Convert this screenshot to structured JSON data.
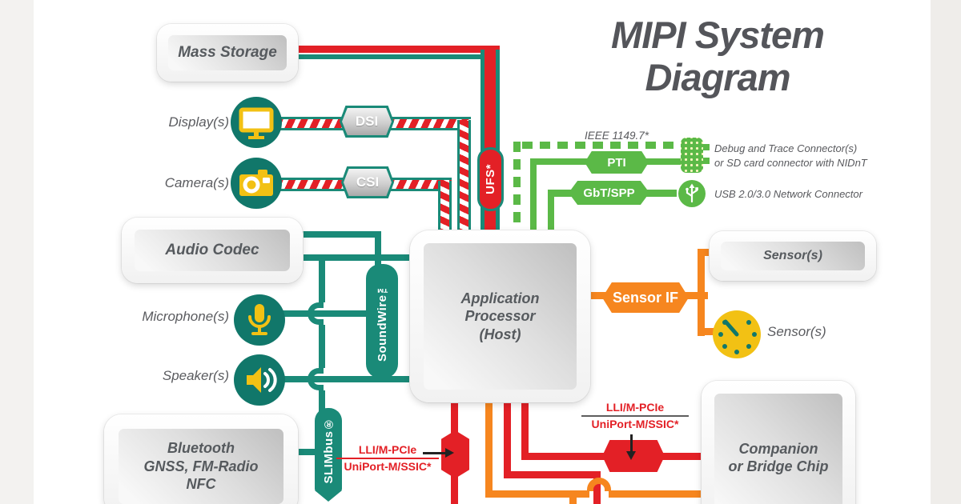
{
  "title": {
    "line1": "MIPI System",
    "line2": "Diagram"
  },
  "boxes": {
    "mass_storage": "Mass Storage",
    "audio_codec": "Audio Codec",
    "bluetooth": [
      "Bluetooth",
      "GNSS, FM-Radio",
      "NFC"
    ],
    "app_processor": [
      "Application",
      "Processor",
      "(Host)"
    ],
    "sensors": "Sensor(s)",
    "companion": [
      "Companion",
      "or Bridge Chip"
    ]
  },
  "peripherals": {
    "display": "Display(s)",
    "camera": "Camera(s)",
    "microphone": "Microphone(s)",
    "speaker": "Speaker(s)",
    "sensor": "Sensor(s)"
  },
  "interfaces": {
    "dsi": "DSI",
    "csi": "CSI",
    "pti": "PTI",
    "gbt_spp": "GbT/SPP",
    "sensor_if": "Sensor IF",
    "ufs": "UFS*",
    "soundwire": "SoundWire™",
    "slimbus": "SLIMbus®"
  },
  "annotations": {
    "ieee": "IEEE 1149.7*",
    "debug_connector_line1": "Debug and Trace Connector(s)",
    "debug_connector_line2": "or SD card connector with NIDnT",
    "usb_connector": "USB 2.0/3.0 Network Connector",
    "lli_top": "LLI/M-PCIe",
    "lli_bottom": "UniPort-M/SSIC*"
  },
  "icons": {
    "display": "monitor-icon",
    "camera": "camera-icon",
    "microphone": "microphone-icon",
    "speaker": "speaker-icon",
    "sensor_clock": "gauge-icon",
    "debug": "debug-connector-icon",
    "usb": "usb-icon"
  },
  "colors": {
    "teal": "#1a8a78",
    "red": "#e32026",
    "green": "#5bb947",
    "orange": "#f6861f",
    "yellow": "#f2c114",
    "text_gray": "#565a5e"
  }
}
